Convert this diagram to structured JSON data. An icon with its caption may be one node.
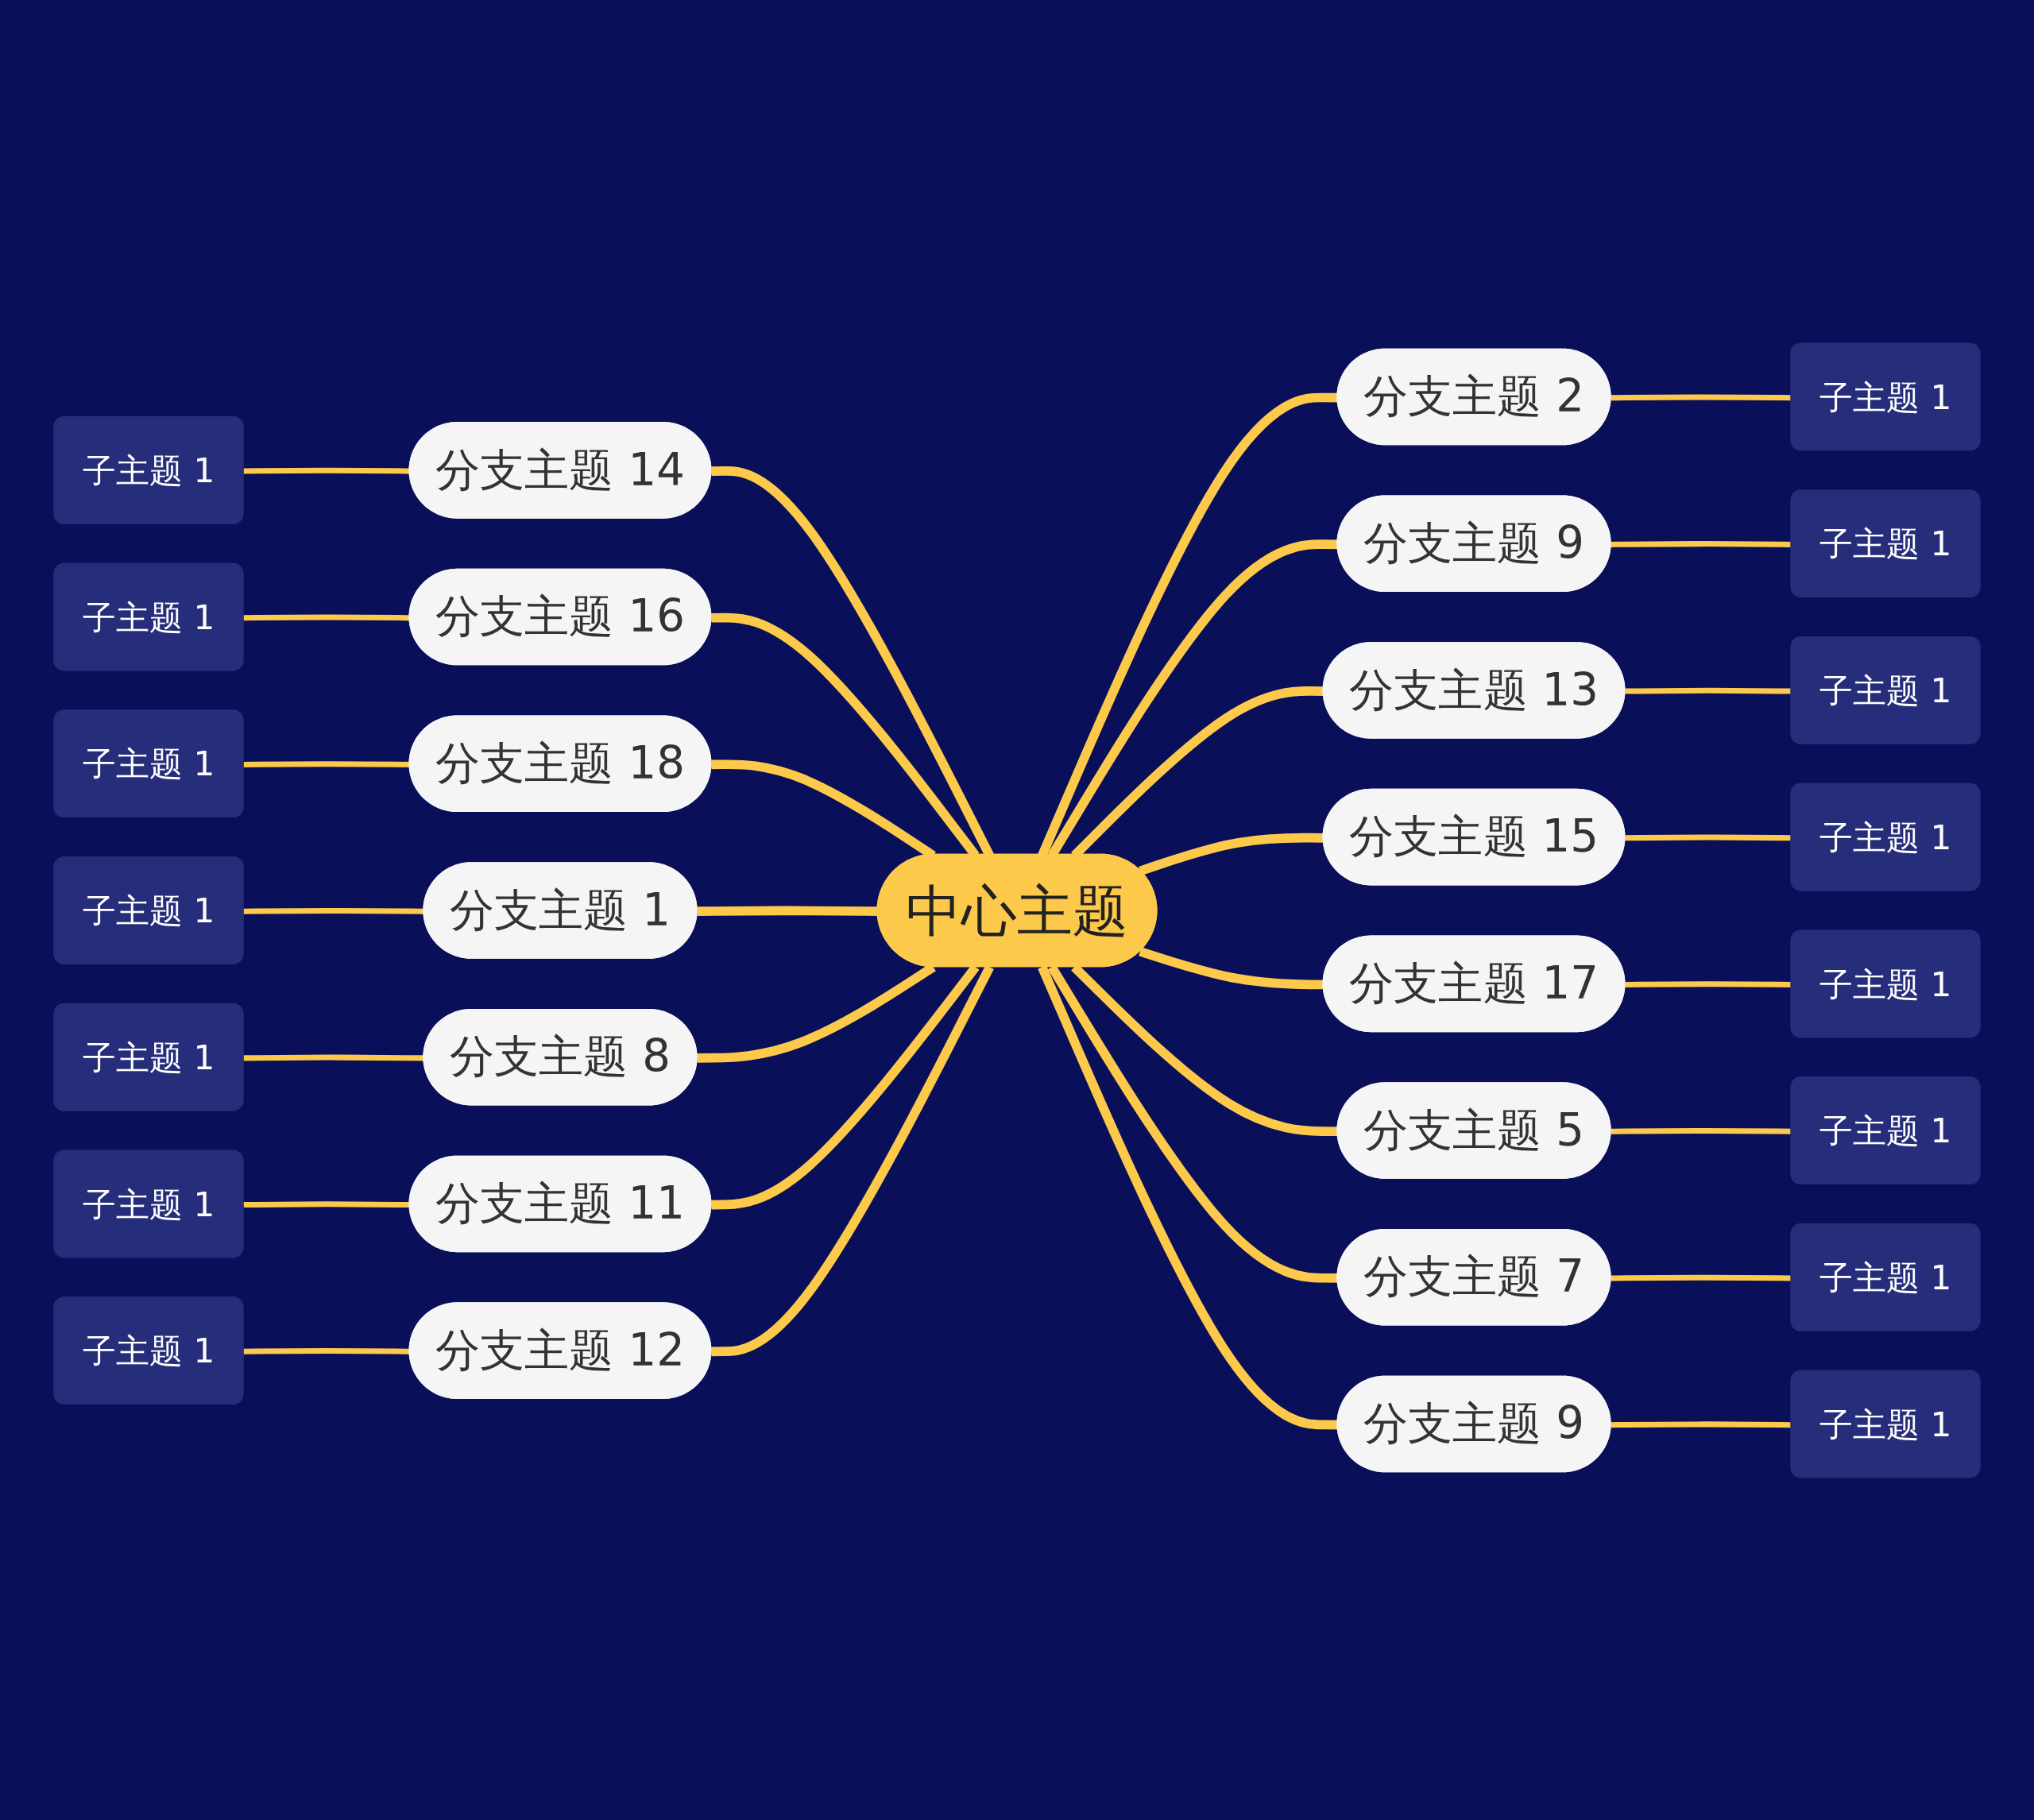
{
  "diagram": {
    "nodes": [
      {
        "text": [
          "中心主题"
        ]
      },
      {
        "text": [
          "分支主题 2"
        ]
      },
      {
        "text": [
          "子主题 1"
        ]
      },
      {
        "text": [
          "分支主题 9"
        ]
      },
      {
        "text": [
          "子主题 1"
        ]
      },
      {
        "text": [
          "分支主题 13"
        ]
      },
      {
        "text": [
          "子主题 1"
        ]
      },
      {
        "text": [
          "分支主题 15"
        ]
      },
      {
        "text": [
          "子主题 1"
        ]
      },
      {
        "text": [
          "分支主题 17"
        ]
      },
      {
        "text": [
          "子主题 1"
        ]
      },
      {
        "text": [
          "分支主题 5"
        ]
      },
      {
        "text": [
          "子主题 1"
        ]
      },
      {
        "text": [
          "分支主题 7"
        ]
      },
      {
        "text": [
          "子主题 1"
        ]
      },
      {
        "text": [
          "分支主题 9"
        ]
      },
      {
        "text": [
          "子主题 1"
        ]
      },
      {
        "text": [
          "分支主题 14"
        ]
      },
      {
        "text": [
          "子主题 1"
        ]
      },
      {
        "text": [
          "分支主题 16"
        ]
      },
      {
        "text": [
          "子主题 1"
        ]
      },
      {
        "text": [
          "分支主题 18"
        ]
      },
      {
        "text": [
          "子主题 1"
        ]
      },
      {
        "text": [
          "分支主题 1"
        ]
      },
      {
        "text": [
          "子主题 1"
        ]
      },
      {
        "text": [
          "分支主题 8"
        ]
      },
      {
        "text": [
          "子主题 1"
        ]
      },
      {
        "text": [
          "分支主题 11"
        ]
      },
      {
        "text": [
          "子主题 1"
        ]
      },
      {
        "text": [
          "分支主题 12"
        ]
      },
      {
        "text": [
          "子主题 1"
        ]
      }
    ],
    "edges": [
      {
        "from": 0,
        "to": 1,
        "arrow": "none"
      },
      {
        "from": 1,
        "to": 2,
        "arrow": "none"
      },
      {
        "from": 0,
        "to": 3,
        "arrow": "none"
      },
      {
        "from": 3,
        "to": 4,
        "arrow": "none"
      },
      {
        "from": 0,
        "to": 5,
        "arrow": "none"
      },
      {
        "from": 5,
        "to": 6,
        "arrow": "none"
      },
      {
        "from": 0,
        "to": 7,
        "arrow": "none"
      },
      {
        "from": 7,
        "to": 8,
        "arrow": "none"
      },
      {
        "from": 0,
        "to": 9,
        "arrow": "none"
      },
      {
        "from": 9,
        "to": 10,
        "arrow": "none"
      },
      {
        "from": 0,
        "to": 11,
        "arrow": "none"
      },
      {
        "from": 11,
        "to": 12,
        "arrow": "none"
      },
      {
        "from": 0,
        "to": 13,
        "arrow": "none"
      },
      {
        "from": 13,
        "to": 14,
        "arrow": "none"
      },
      {
        "from": 0,
        "to": 15,
        "arrow": "none"
      },
      {
        "from": 15,
        "to": 16,
        "arrow": "none"
      },
      {
        "from": 18,
        "to": 17,
        "arrow": "none"
      },
      {
        "from": 17,
        "to": 0,
        "arrow": "none"
      },
      {
        "from": 20,
        "to": 19,
        "arrow": "none"
      },
      {
        "from": 19,
        "to": 0,
        "arrow": "none"
      },
      {
        "from": 22,
        "to": 21,
        "arrow": "none"
      },
      {
        "from": 21,
        "to": 0,
        "arrow": "none"
      },
      {
        "from": 24,
        "to": 23,
        "arrow": "none"
      },
      {
        "from": 23,
        "to": 0,
        "arrow": "none"
      },
      {
        "from": 26,
        "to": 25,
        "arrow": "none"
      },
      {
        "from": 25,
        "to": 0,
        "arrow": "none"
      },
      {
        "from": 28,
        "to": 27,
        "arrow": "none"
      },
      {
        "from": 27,
        "to": 0,
        "arrow": "none"
      },
      {
        "from": 30,
        "to": 29,
        "arrow": "none"
      },
      {
        "from": 29,
        "to": 0,
        "arrow": "none"
      }
    ]
  }
}
